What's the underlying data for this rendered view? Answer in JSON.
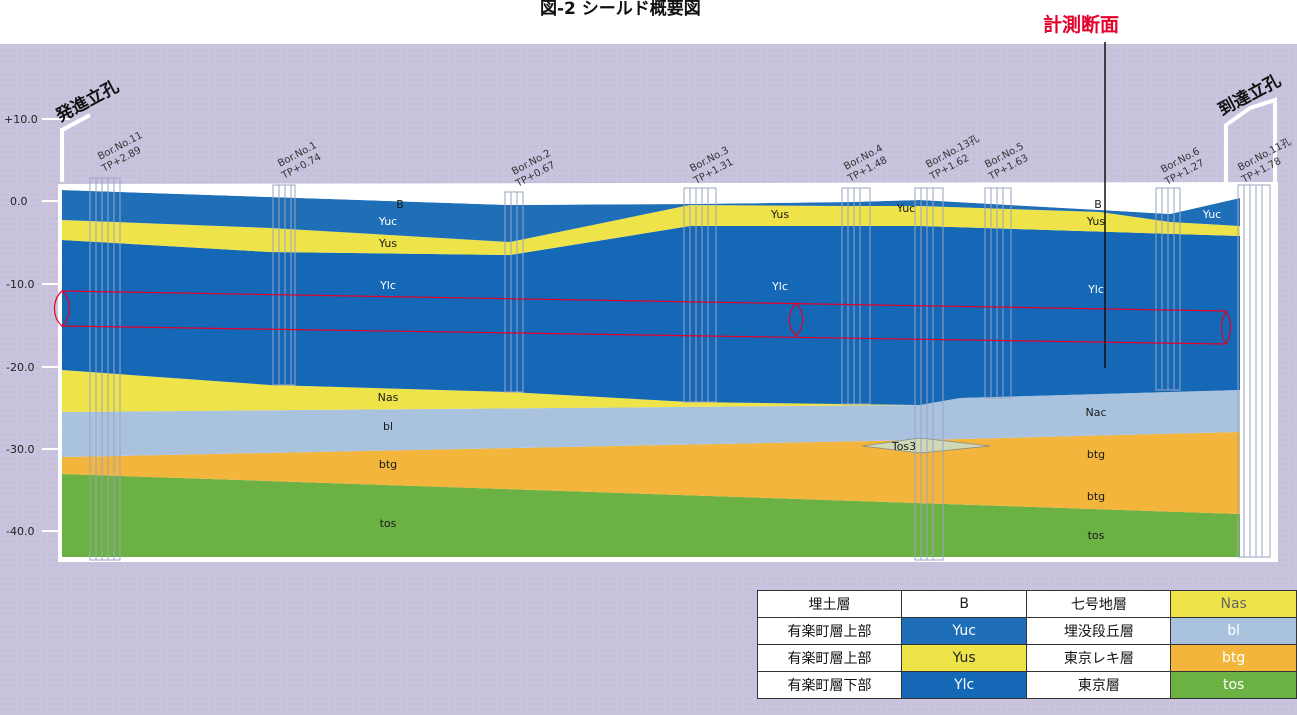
{
  "header": {
    "title": "図-2 シールド概要図",
    "measurement_label": "計測断面"
  },
  "shafts": {
    "start": "発進立孔",
    "end": "到達立孔"
  },
  "depth_ticks": [
    "+10.0",
    "0.0",
    "-10.0",
    "-20.0",
    "-30.0",
    "-40.0"
  ],
  "boreholes": [
    {
      "name": "Bor.No.11",
      "sub": "TP+2.89"
    },
    {
      "name": "Bor.No.1",
      "sub": "TP+0.74"
    },
    {
      "name": "Bor.No.2",
      "sub": "TP+0.67"
    },
    {
      "name": "Bor.No.3",
      "sub": "TP+1.31"
    },
    {
      "name": "Bor.No.4",
      "sub": "TP+1.48"
    },
    {
      "name": "Bor.No.13孔",
      "sub": "TP+1.62"
    },
    {
      "name": "Bor.No.5",
      "sub": "TP+1.63"
    },
    {
      "name": "Bor.No.6",
      "sub": "TP+1.27"
    },
    {
      "name": "Bor.No.11孔",
      "sub": "TP+1.78"
    }
  ],
  "layer_labels": {
    "B1": "B",
    "B2": "B",
    "Yuc1": "Yuc",
    "Yuc2": "Yuc",
    "Yuc3": "Yuc",
    "Yus1": "Yus",
    "Yus2": "Yus",
    "Yus3": "Yus",
    "Ylc1": "Ylc",
    "Ylc2": "Ylc",
    "Ylc3": "Ylc",
    "Nas": "Nas",
    "Nac": "Nac",
    "bl": "bl",
    "Tos3": "Tos3",
    "btg1": "btg",
    "btg2": "btg",
    "btg3": "btg",
    "tos1": "tos",
    "tos2": "tos"
  },
  "legend": [
    {
      "name": "埋土層",
      "code": "B",
      "name2": "七号地層",
      "code2": "Nas"
    },
    {
      "name": "有楽町層上部",
      "code": "Yuc",
      "name2": "埋没段丘層",
      "code2": "bl"
    },
    {
      "name": "有楽町層上部",
      "code": "Yus",
      "name2": "東京レキ層",
      "code2": "btg"
    },
    {
      "name": "有楽町層下部",
      "code": "Ylc",
      "name2": "東京層",
      "code2": "tos"
    }
  ],
  "colors": {
    "background": "#c9c3de",
    "B": "#ffffff",
    "Yuc": "#1f6fb8",
    "Yus": "#efe34a",
    "Ylc": "#1468b6",
    "Nas": "#efe34a",
    "Nac": "#a9c3df",
    "bl": "#a9c3df",
    "btg": "#f3b53b",
    "tos": "#6cb143",
    "tunnel": "#e4002b",
    "measure": "#e4002b"
  }
}
